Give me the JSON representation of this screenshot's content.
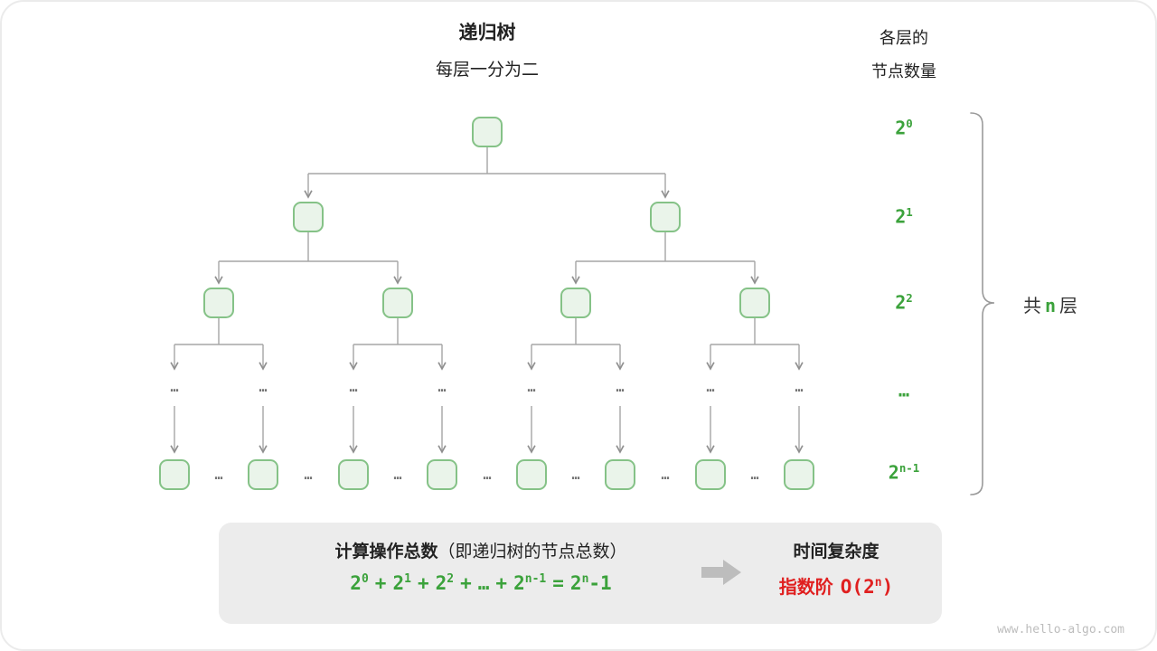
{
  "header": {
    "title": "递归树",
    "subtitle": "每层一分为二",
    "right_line1": "各层的",
    "right_line2": "节点数量"
  },
  "tree": {
    "ellipsis": "…",
    "level_labels": [
      {
        "base": "2",
        "exp": "0"
      },
      {
        "base": "2",
        "exp": "1"
      },
      {
        "base": "2",
        "exp": "2"
      },
      {
        "base": "…",
        "exp": ""
      },
      {
        "base": "2",
        "exp": "n-1"
      }
    ]
  },
  "brace_label": {
    "prefix": "共",
    "n": "n",
    "suffix": "层"
  },
  "summary": {
    "ops_title_bold": "计算操作总数",
    "ops_title_rest": "（即递归树的节点总数）",
    "plus": "+",
    "equals": "=",
    "terms": [
      {
        "base": "2",
        "exp": "0"
      },
      {
        "base": "2",
        "exp": "1"
      },
      {
        "base": "2",
        "exp": "2"
      },
      {
        "base": "…",
        "exp": ""
      },
      {
        "base": "2",
        "exp": "n-1"
      }
    ],
    "result": {
      "base": "2",
      "exp": "n",
      "suffix": "-1"
    },
    "complexity_title": "时间复杂度",
    "complexity": {
      "label": "指数阶",
      "open": "O(2",
      "exp": "n",
      "close": ")"
    }
  },
  "watermark": "www.hello-algo.com",
  "colors": {
    "green": "#3BA23B",
    "red": "#E01F1F",
    "node_fill": "#EAF4EA",
    "node_border": "#85C287"
  }
}
